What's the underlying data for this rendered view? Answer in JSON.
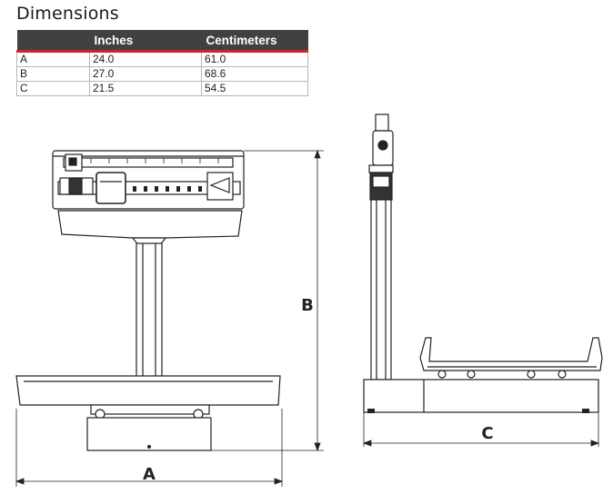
{
  "heading": "Dimensions",
  "table": {
    "headers": [
      "",
      "Inches",
      "Centimeters"
    ],
    "rows": [
      {
        "label": "A",
        "inches": "24.0",
        "cm": "61.0"
      },
      {
        "label": "B",
        "inches": "27.0",
        "cm": "68.6"
      },
      {
        "label": "C",
        "inches": "21.5",
        "cm": "54.5"
      }
    ]
  },
  "drawing": {
    "label_a": "A",
    "label_b": "B",
    "label_c": "C"
  }
}
